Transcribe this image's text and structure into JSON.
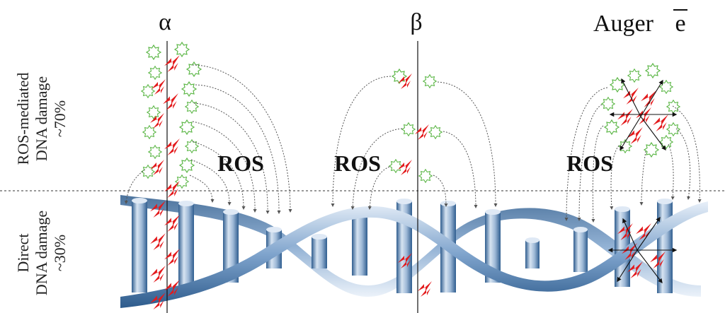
{
  "radiation_types": {
    "alpha": "α",
    "beta": "β",
    "auger": "Auger",
    "electron": "e"
  },
  "ros_labels": [
    "ROS",
    "ROS",
    "ROS"
  ],
  "upper_region": {
    "line1": "ROS-mediated",
    "line2": "DNA damage",
    "line3": "~70%"
  },
  "lower_region": {
    "line1": "Direct",
    "line2": "DNA damage",
    "line3": "~30%"
  },
  "colors": {
    "dna_blue": "#4d7fb6",
    "dna_light": "#dbe7f5",
    "strike_red": "#e31a1c",
    "ros_green": "#5fb84a",
    "arrow_gray": "#666666"
  }
}
